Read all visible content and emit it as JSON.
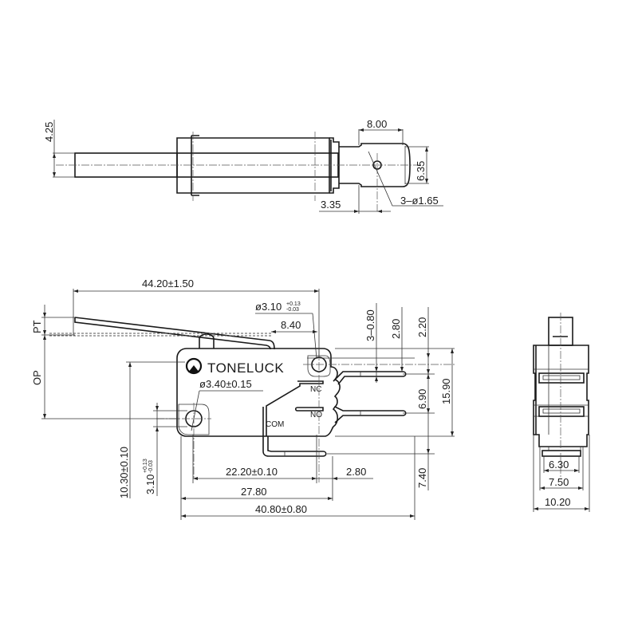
{
  "top_view": {
    "dim_lever_width": "4.25",
    "dim_terminal_length": "8.00",
    "dim_terminal_width": "6.35",
    "dim_hole_offset": "3.35",
    "dim_holes": "3–ø1.65"
  },
  "front_view": {
    "brand": "TONELUCK",
    "dim_lever_length": "44.20±1.50",
    "dim_top_hole_dia": "ø3.10",
    "dim_top_hole_tol_plus": "+0.13",
    "dim_top_hole_tol_minus": "-0.03",
    "dim_lever_offset": "8.40",
    "dim_mount_hole": "ø3.40±0.15",
    "label_pt": "PT",
    "label_op": "OP",
    "terminal_nc": "NC",
    "terminal_no": "NO",
    "terminal_com": "COM",
    "dim_terminal_thickness": "3–0.80",
    "dim_nc_offset": "2.80",
    "dim_top_offset": "2.20",
    "dim_no_spacing": "6.90",
    "dim_body_height": "15.90",
    "dim_hole_height": "10.30±0.10",
    "dim_hole_dia_side": "3.10",
    "dim_hole_dia_side_tol_plus": "+0.13",
    "dim_hole_dia_side_tol_minus": "-0.03",
    "dim_hole_spacing": "22.20±0.10",
    "dim_com_offset": "2.80",
    "dim_com_position": "27.80",
    "dim_body_length": "40.80±0.80",
    "dim_com_height": "7.40"
  },
  "side_view": {
    "dim_terminal_inner": "6.30",
    "dim_terminal_outer": "7.50",
    "dim_body_width": "10.20"
  }
}
